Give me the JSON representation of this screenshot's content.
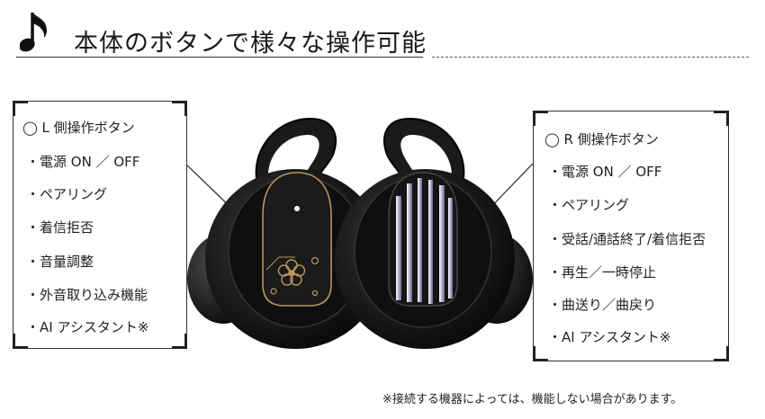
{
  "header": {
    "title": "本体のボタンで様々な操作可能",
    "icon": "music-note-icon"
  },
  "left_panel": {
    "heading": "◯ L 側操作ボタン",
    "items": [
      "・電源 ON ／ OFF",
      "・ペアリング",
      "・着信拒否",
      "・音量調整",
      "・外音取り込み機能",
      "・AI アシスタント※"
    ]
  },
  "right_panel": {
    "heading": "◯ R 側操作ボタン",
    "items": [
      "・電源 ON ／ OFF",
      "・ペアリング",
      "・受話/通話終了/着信拒否",
      "・再生／一時停止",
      "・曲送り／曲戻り",
      "・AI アシスタント※"
    ]
  },
  "footnote": "※接続する機器によっては、機能しない場合があります。",
  "colors": {
    "earbud_body": "#161616",
    "gold_accent": "#b9975b",
    "purple_stripe": "#9c8fb8"
  }
}
